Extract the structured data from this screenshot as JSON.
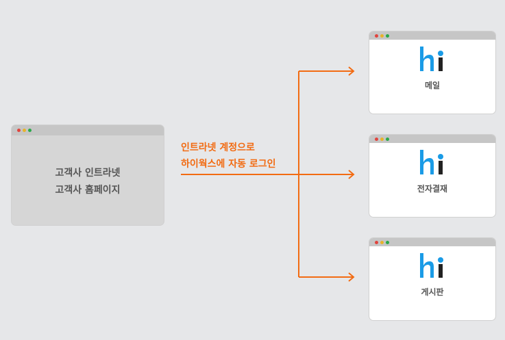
{
  "source": {
    "lines": [
      "고객사 인트라넷",
      "고객사 홈페이지"
    ]
  },
  "caption": {
    "lines": [
      "인트라넷 계정으로",
      "하이웍스에 자동 로그인"
    ]
  },
  "targets": [
    {
      "logo": "hi",
      "label": "메일"
    },
    {
      "logo": "hi",
      "label": "전자결재"
    },
    {
      "logo": "hi",
      "label": "게시판"
    }
  ],
  "colors": {
    "accent": "#f26b12",
    "logo_blue": "#1a9be6",
    "logo_dark": "#222222"
  }
}
